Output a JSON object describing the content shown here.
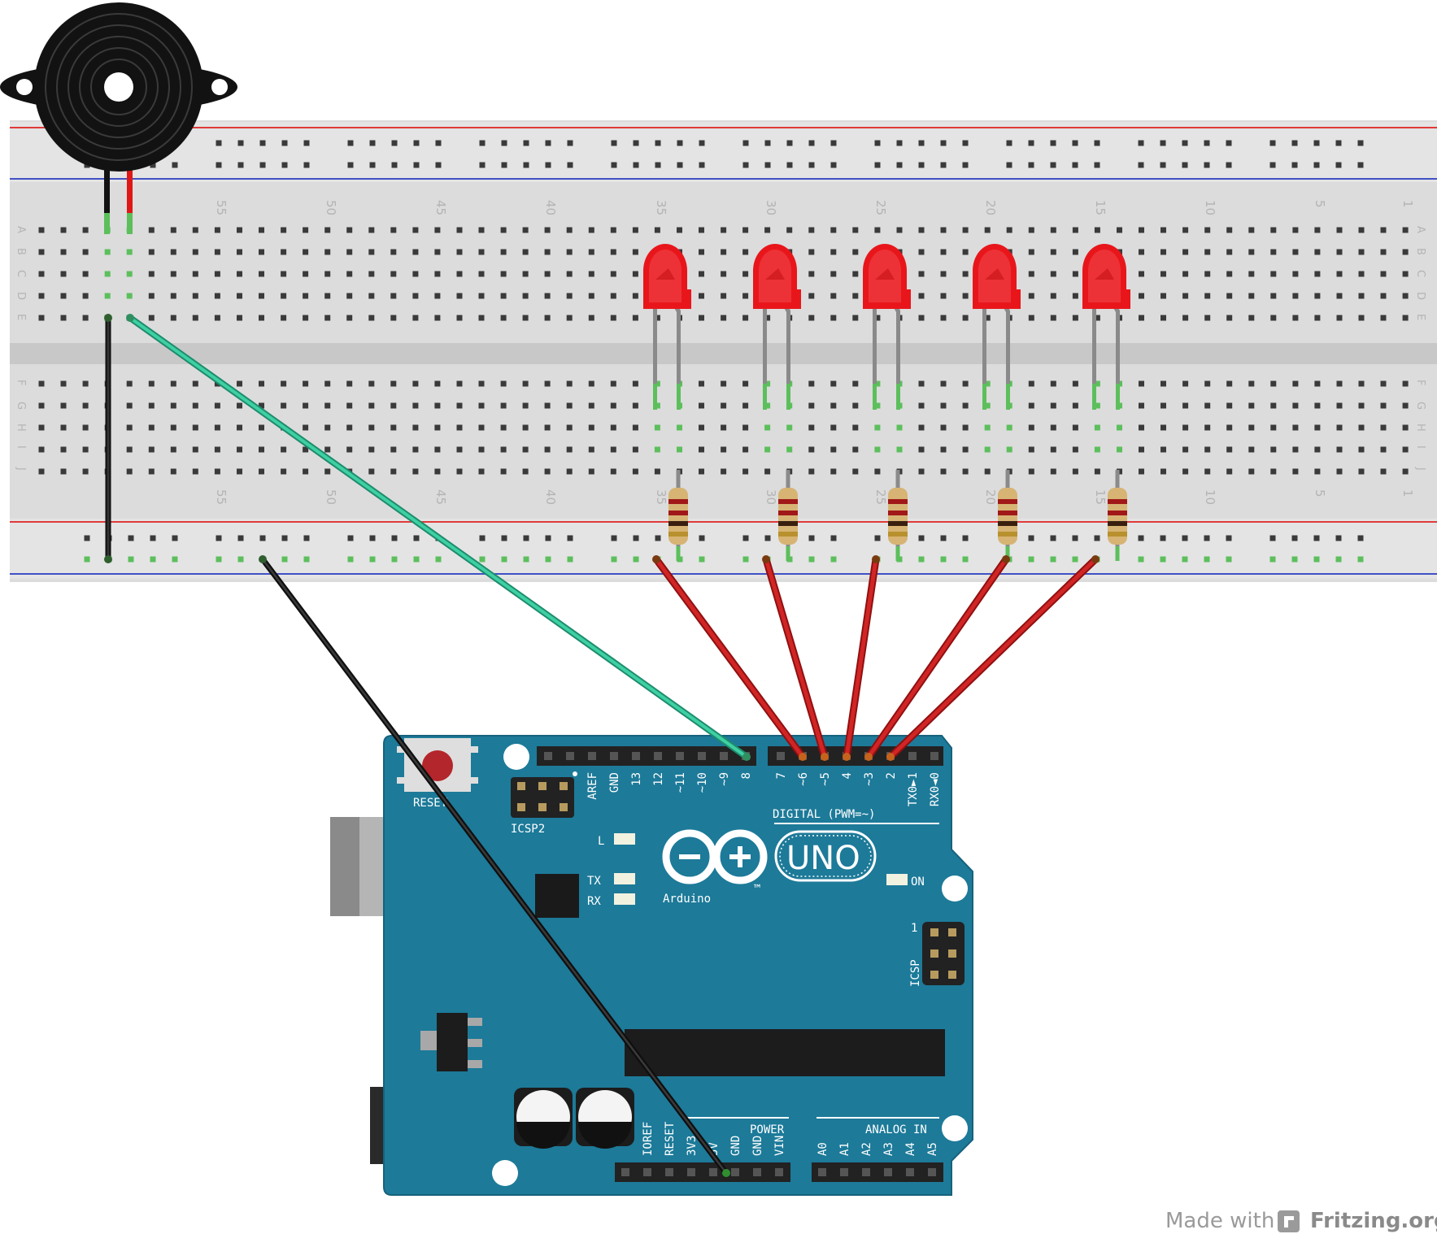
{
  "breadboard": {
    "row_letters_top": [
      "A",
      "B",
      "C",
      "D",
      "E"
    ],
    "row_letters_bottom": [
      "F",
      "G",
      "H",
      "I",
      "J"
    ],
    "column_numbers": [
      "55",
      "50",
      "45",
      "40",
      "35",
      "30",
      "25",
      "20",
      "15",
      "10",
      "5",
      "1"
    ]
  },
  "arduino": {
    "reset_label": "RESET",
    "icsp2_label": "ICSP2",
    "icsp_label": "ICSP",
    "icsp_pin1_label": "1",
    "digital_section_label": "DIGITAL (PWM=~)",
    "digital_pins": [
      "AREF",
      "GND",
      "13",
      "12",
      "~11",
      "~10",
      "~9",
      "8",
      "7",
      "~6",
      "~5",
      "4",
      "~3",
      "2",
      "TX0►1",
      "RX0◄0"
    ],
    "led_l_label": "L",
    "tx_label": "TX",
    "rx_label": "RX",
    "on_label": "ON",
    "uno_logo_text": "UNO",
    "brand_text": "Arduino",
    "trademark": "™",
    "power_section_label": "POWER",
    "analog_section_label": "ANALOG IN",
    "power_pins": [
      "IOREF",
      "RESET",
      "3V3",
      "5V",
      "GND",
      "GND",
      "VIN"
    ],
    "analog_pins": [
      "A0",
      "A1",
      "A2",
      "A3",
      "A4",
      "A5"
    ]
  },
  "colors": {
    "board": "#1d7a99",
    "breadboard": "#dcdcdc",
    "led_red": "#e8161b",
    "wire_red": "#c71f1f",
    "wire_teal": "#3ec99d",
    "wire_black": "#1a1a1a",
    "rail_red": "#e03a3a",
    "rail_blue": "#4051c4"
  },
  "credit": {
    "prefix": "Made with",
    "brand": "Fritzing.org"
  }
}
